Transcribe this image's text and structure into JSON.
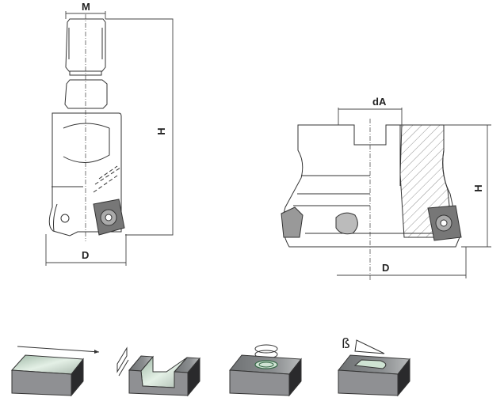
{
  "left_tool": {
    "label_width": "M",
    "label_height": "H",
    "label_diameter": "D"
  },
  "right_tool": {
    "label_bore": "dA",
    "label_height": "H",
    "label_diameter": "D"
  },
  "operations": [
    {
      "name": "face-milling"
    },
    {
      "name": "slot-milling"
    },
    {
      "name": "helical-interpolation"
    },
    {
      "name": "ramping",
      "angle_label": "ß"
    }
  ],
  "colors": {
    "line": "#333333",
    "block_front": "#8f9093",
    "block_side": "#2a2a2c",
    "block_top": "#7d8082",
    "machined": "#cfe3d3"
  }
}
